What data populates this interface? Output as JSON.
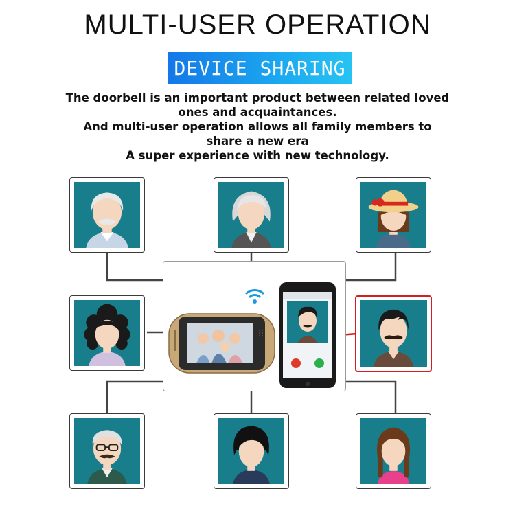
{
  "header": {
    "title": "MULTI-USER OPERATION",
    "banner": "DEVICE SHARING"
  },
  "description": {
    "lines": [
      "The doorbell is an important product between related loved",
      "ones and acquaintances.",
      "And multi-user operation allows all family members to",
      "share a new era",
      "A super experience with new technology."
    ]
  },
  "colors": {
    "banner_start": "#1478e8",
    "banner_end": "#27c3f3",
    "avatar_background": "#187e8c",
    "connector": "#444444",
    "active_highlight": "#d41e1e",
    "device_gold": "#c9a877"
  },
  "users": [
    {
      "id": "grandfather",
      "icon": "grandfather-avatar-icon"
    },
    {
      "id": "grandmother",
      "icon": "grandmother-avatar-icon"
    },
    {
      "id": "girl-with-hat",
      "icon": "girl-hat-avatar-icon"
    },
    {
      "id": "curly-hair-woman",
      "icon": "woman-avatar-icon"
    },
    {
      "id": "mustache-man",
      "icon": "man-mustache-avatar-icon",
      "active": true
    },
    {
      "id": "old-man-glasses",
      "icon": "old-man-glasses-avatar-icon"
    },
    {
      "id": "young-man",
      "icon": "young-man-avatar-icon"
    },
    {
      "id": "girl-braids",
      "icon": "girl-braids-avatar-icon"
    }
  ],
  "device": {
    "icons": [
      "wifi-icon",
      "door-viewer-icon",
      "smartphone-icon",
      "decline-call-icon",
      "accept-call-icon"
    ]
  }
}
